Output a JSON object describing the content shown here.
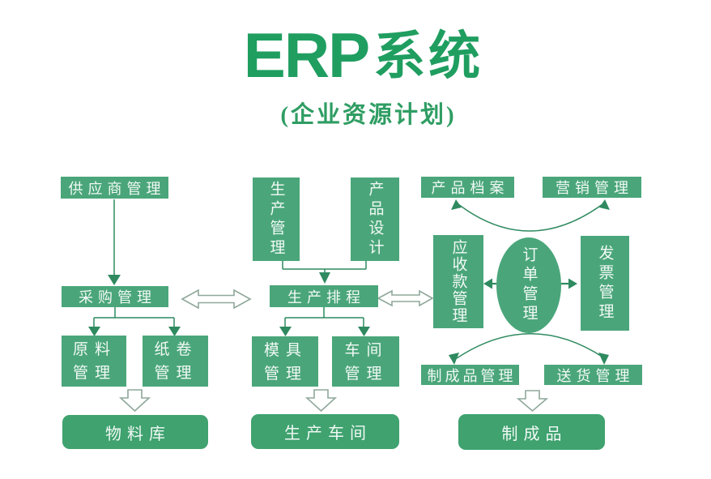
{
  "title": {
    "latin": "ERP",
    "cjk": "系统"
  },
  "subtitle": "(企业资源计划)",
  "colors": {
    "title_green": "#1f9e60",
    "subtitle_green": "#2f9d63",
    "box_green": "#4aa67a",
    "round_green": "#3fa26f",
    "line_green": "#2f8a60",
    "outline_gray": "#8fa89a"
  },
  "nodes": {
    "supplier": "供应商管理",
    "purchasing": "采购管理",
    "raw_material": "原料管理",
    "paper_roll": "纸卷管理",
    "material_warehouse": "物料库",
    "production_mgmt": "生产管理",
    "product_design": "产品设计",
    "scheduling": "生产排程",
    "mold": "模具管理",
    "workshop": "车间管理",
    "production_workshop": "生产车间",
    "product_archives": "产品档案",
    "marketing": "营销管理",
    "receivables": "应收款管理",
    "order": "订单管理",
    "invoice": "发票管理",
    "finished_mgmt": "制成品管理",
    "delivery": "送货管理",
    "finished": "制成品"
  }
}
